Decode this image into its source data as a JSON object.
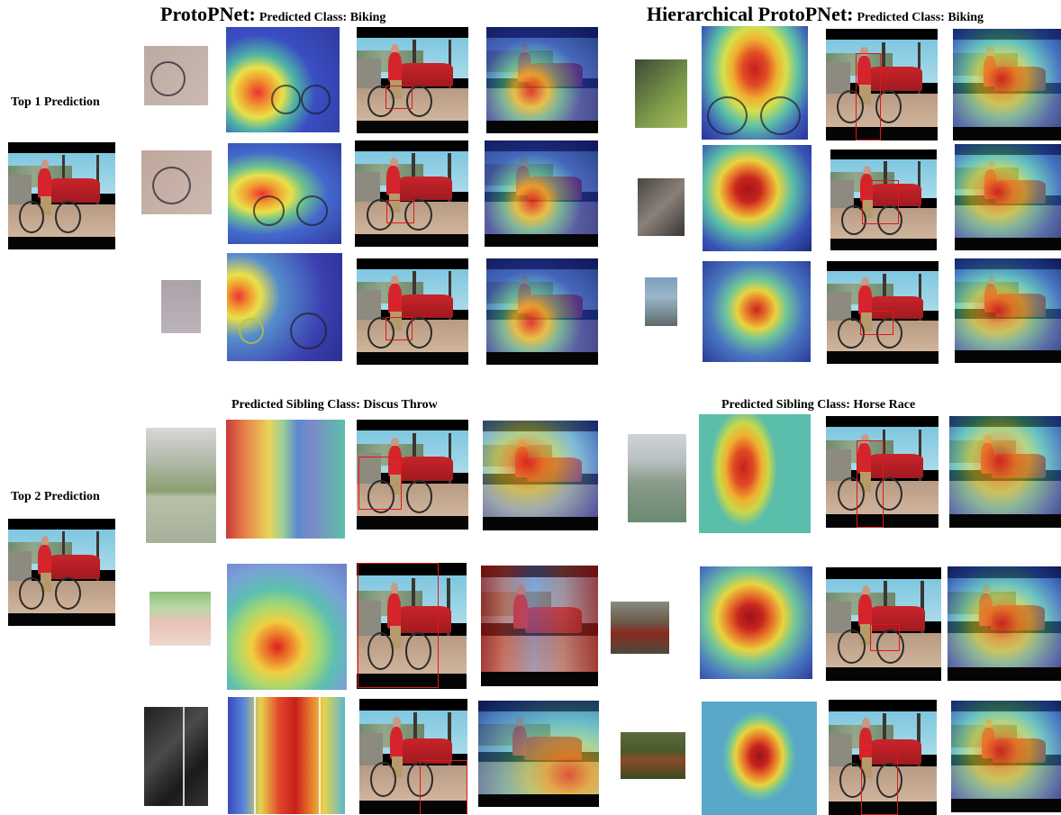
{
  "headers": {
    "protopnet_title": "ProtoPNet:",
    "protopnet_pred": "Predicted Class: Biking",
    "hier_title": "Hierarchical ProtoPNet:",
    "hier_pred": "Predicted Class: Biking",
    "sibling_left": "Predicted Sibling Class: Discus Throw",
    "sibling_right": "Predicted Sibling Class: Horse Race"
  },
  "row_labels": {
    "top1": "Top 1 Prediction",
    "top2": "Top 2 Prediction"
  },
  "colors": {
    "bbox_red": "#e01818",
    "heat_red": "#d8231c",
    "heat_yellow": "#f2e23a",
    "heat_blue": "#2b3aa8"
  }
}
